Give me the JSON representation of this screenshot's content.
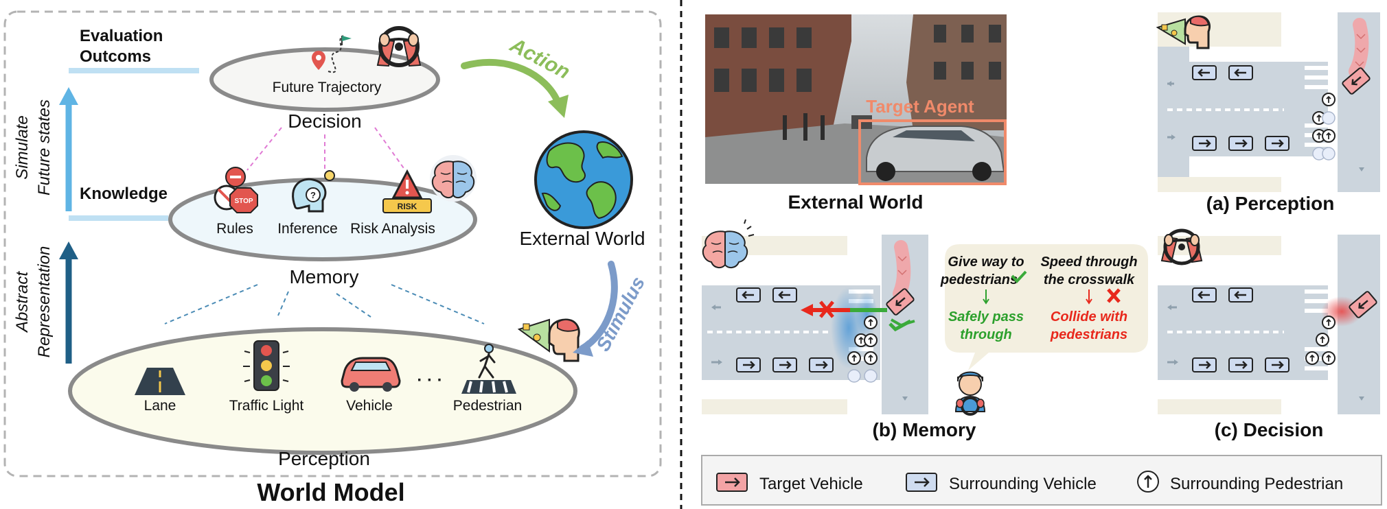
{
  "left_panel": {
    "title": "World Model",
    "vertical_labels": {
      "simulate_line1": "Simulate",
      "simulate_line2": "Future states",
      "abstract_line1": "Abstract",
      "abstract_line2": "Representation"
    },
    "side_labels": {
      "evaluation_line1": "Evaluation",
      "evaluation_line2": "Outcoms",
      "knowledge": "Knowledge"
    },
    "decision": {
      "label": "Decision",
      "item": "Future Trajectory"
    },
    "memory": {
      "label": "Memory",
      "items": [
        "Rules",
        "Inference",
        "Risk Analysis"
      ]
    },
    "perception": {
      "label": "Perception",
      "items": [
        "Lane",
        "Traffic Light",
        "Vehicle",
        "Pedestrian"
      ],
      "ellipsis": "· · ·"
    },
    "external_world": "External World",
    "action": "Action",
    "stimulus": "Stimulus",
    "risk_sign": "RISK",
    "stop_sign": "STOP"
  },
  "right_panel": {
    "photo_caption": "External World",
    "target_agent": "Target Agent",
    "captions": {
      "perception": "(a) Perception",
      "memory": "(b) Memory",
      "decision": "(c) Decision"
    },
    "bubble": {
      "left_line1": "Give way to",
      "left_line2": "pedestrians",
      "right_line1": "Speed through",
      "right_line2": "the crosswalk",
      "outcome_left_line1": "Safely pass",
      "outcome_left_line2": "through",
      "outcome_right_line1": "Collide with",
      "outcome_right_line2": "pedestrians"
    },
    "legend": [
      "Target Vehicle",
      "Surrounding Vehicle",
      "Surrounding Pedestrian"
    ]
  },
  "colors": {
    "action_green": "#8cbd5a",
    "stimulus_blue": "#7c9bc9",
    "arrow_dark_blue": "#1f5f86",
    "arrow_light_blue": "#5fb4e4",
    "road_gray": "#ccd5dd",
    "target_red": "#f3a3a5",
    "surround_blue": "#cfdcf0",
    "label_orange": "#f08a6a",
    "safe_green": "#2ca02c",
    "collide_red": "#e8281c"
  }
}
